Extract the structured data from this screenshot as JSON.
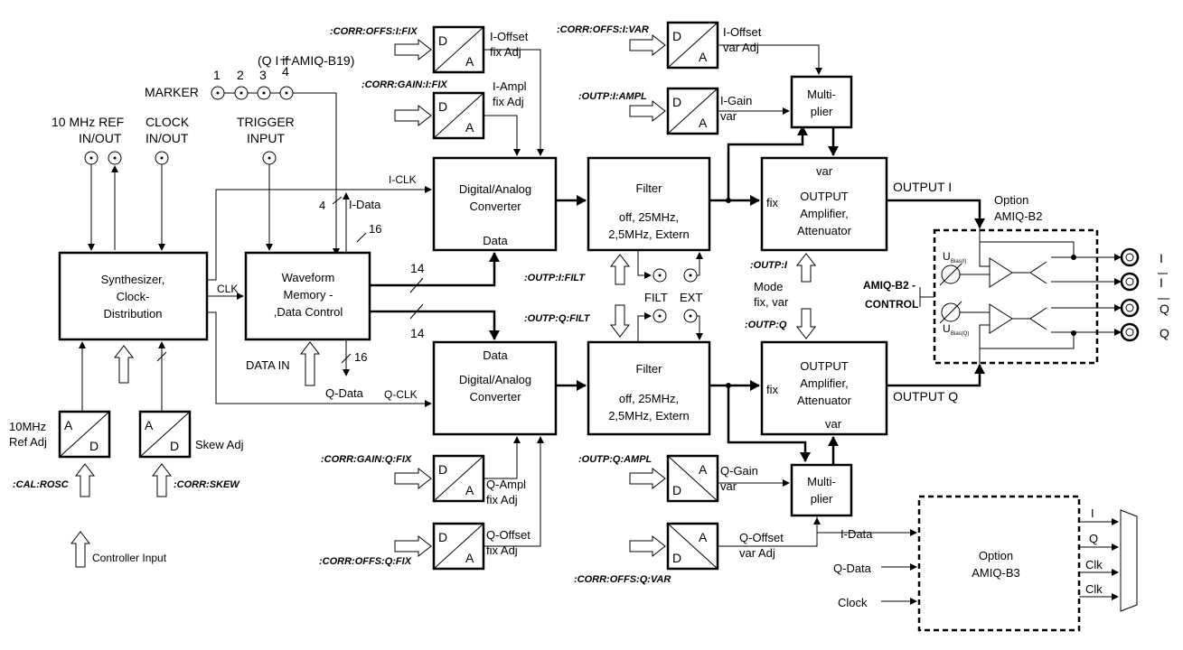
{
  "markers": {
    "label": "MARKER",
    "n1": "1",
    "n2": "2",
    "n3": "3",
    "n4": "4",
    "note": "(Q    I if AMIQ-B19)"
  },
  "ref": {
    "l1": "10 MHz REF",
    "l2": "IN/OUT"
  },
  "clock": {
    "l1": "CLOCK",
    "l2": "IN/OUT"
  },
  "trigger": {
    "l1": "TRIGGER",
    "l2": "INPUT"
  },
  "synth": {
    "l1": "Synthesizer,",
    "l2": "Clock-",
    "l3": "Distribution"
  },
  "waveform": {
    "l1": "Waveform",
    "l2": "Memory -",
    "l3": ",Data Control"
  },
  "dac_i": {
    "l1": "Digital/Analog",
    "l2": "Converter",
    "l3": "Data"
  },
  "dac_q": {
    "l1": "Data",
    "l2": "Digital/Analog",
    "l3": "Converter"
  },
  "filter_i": {
    "l1": "Filter",
    "l2": "off, 25MHz,",
    "l3": "2,5MHz, Extern"
  },
  "filter_q": {
    "l1": "Filter",
    "l2": "off, 25MHz,",
    "l3": "2,5MHz, Extern"
  },
  "out_i": {
    "var": "var",
    "fix": "fix",
    "l1": "OUTPUT",
    "l2": "Amplifier,",
    "l3": "Attenuator"
  },
  "out_q": {
    "var": "var",
    "fix": "fix",
    "l1": "OUTPUT",
    "l2": "Amplifier,",
    "l3": "Attenuator"
  },
  "mult_i": {
    "l1": "Multi-",
    "l2": "plier"
  },
  "mult_q": {
    "l1": "Multi-",
    "l2": "plier"
  },
  "option_b2": {
    "l1": "Option",
    "l2": "AMIQ-B2",
    "ctrl1": "AMIQ-B2 -",
    "ctrl2": "CONTROL",
    "ubias_i": "U",
    "ubias_i_sub": "Bias(I)",
    "ubias_q": "U",
    "ubias_q_sub": "Bias(Q)",
    "out_i": "I",
    "out_ibar": "I",
    "out_qbar": "Q",
    "out_q": "Q"
  },
  "option_b3": {
    "l1": "Option",
    "l2": "AMIQ-B3",
    "in1": "I-Data",
    "in2": "Q-Data",
    "in3": "Clock",
    "o1": "I",
    "o2": "Q",
    "o3": "Clk",
    "o4": "Clk"
  },
  "converters": {
    "ad": "A",
    "dd": "D"
  },
  "labels": {
    "i_offset_fix": [
      "I-Offset",
      "fix Adj"
    ],
    "i_ampl_fix": [
      "I-Ampl",
      "fix Adj"
    ],
    "i_offset_var": [
      "I-Offset",
      "var Adj"
    ],
    "i_gain_var": [
      "I-Gain",
      "var"
    ],
    "q_ampl_fix": [
      "Q-Ampl",
      "fix Adj"
    ],
    "q_offset_fix": [
      "Q-Offset",
      "fix Adj"
    ],
    "q_gain_var": [
      "Q-Gain",
      "var"
    ],
    "q_offset_var": [
      "Q-Offset",
      "var Adj"
    ],
    "ref_adj": [
      "10MHz",
      "Ref Adj"
    ],
    "skew_adj": "Skew Adj",
    "output_i": "OUTPUT I",
    "output_q": "OUTPUT Q",
    "i_clk": "I-CLK",
    "q_clk": "Q-CLK",
    "clk": "CLK",
    "i_data": "I-Data",
    "q_data": "Q-Data",
    "data_in": "DATA IN",
    "n4": "4",
    "n16a": "16",
    "n16b": "16",
    "n14a": "14",
    "n14b": "14",
    "filt": "FILT",
    "ext": "EXT",
    "mode1": "Mode",
    "mode2": "fix, var",
    "controller_input": "Controller Input"
  },
  "commands": {
    "corr_offs_i_fix": ":CORR:OFFS:I:FIX",
    "corr_gain_i_fix": ":CORR:GAIN:I:FIX",
    "corr_offs_i_var": ":CORR:OFFS:I:VAR",
    "outp_i_ampl": ":OUTP:I:AMPL",
    "outp_i_filt": ":OUTP:I:FILT",
    "outp_q_filt": ":OUTP:Q:FILT",
    "outp_i": ":OUTP:I",
    "outp_q": ":OUTP:Q",
    "corr_gain_q_fix": ":CORR:GAIN:Q:FIX",
    "corr_offs_q_fix": ":CORR:OFFS:Q:FIX",
    "outp_q_ampl": ":OUTP:Q:AMPL",
    "corr_offs_q_var": ":CORR:OFFS:Q:VAR",
    "cal_rosc": ":CAL:ROSC",
    "corr_skew": ":CORR:SKEW"
  }
}
